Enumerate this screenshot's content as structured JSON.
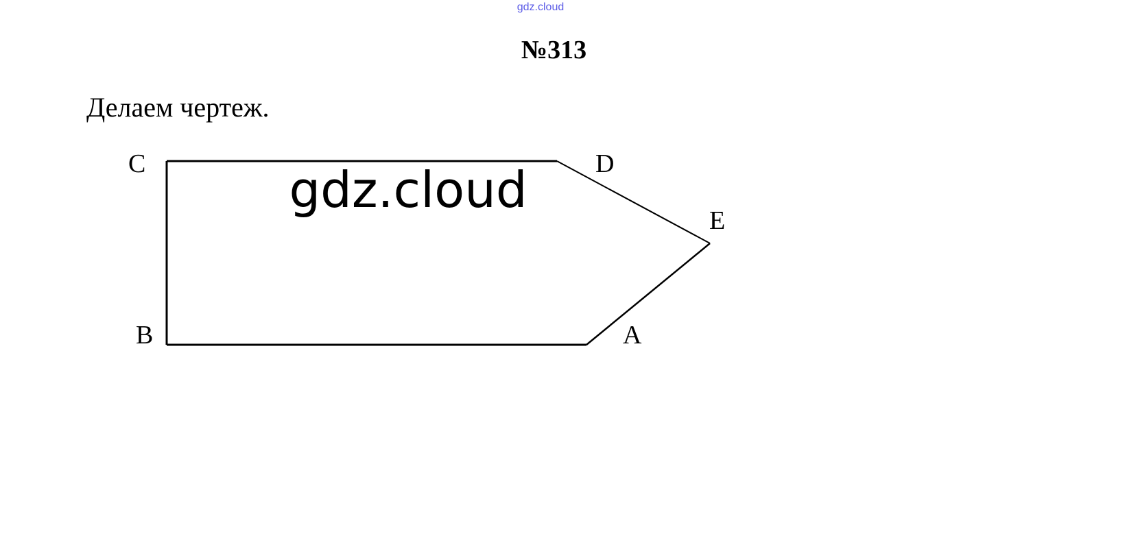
{
  "header": {
    "site_watermark": "gdz.cloud",
    "problem_number": "№313"
  },
  "body": {
    "instruction": "Делаем чертеж."
  },
  "diagram": {
    "watermark": "gdz.cloud",
    "vertices": {
      "A": "A",
      "B": "B",
      "C": "C",
      "D": "D",
      "E": "E"
    },
    "stroke_color": "#000000"
  }
}
